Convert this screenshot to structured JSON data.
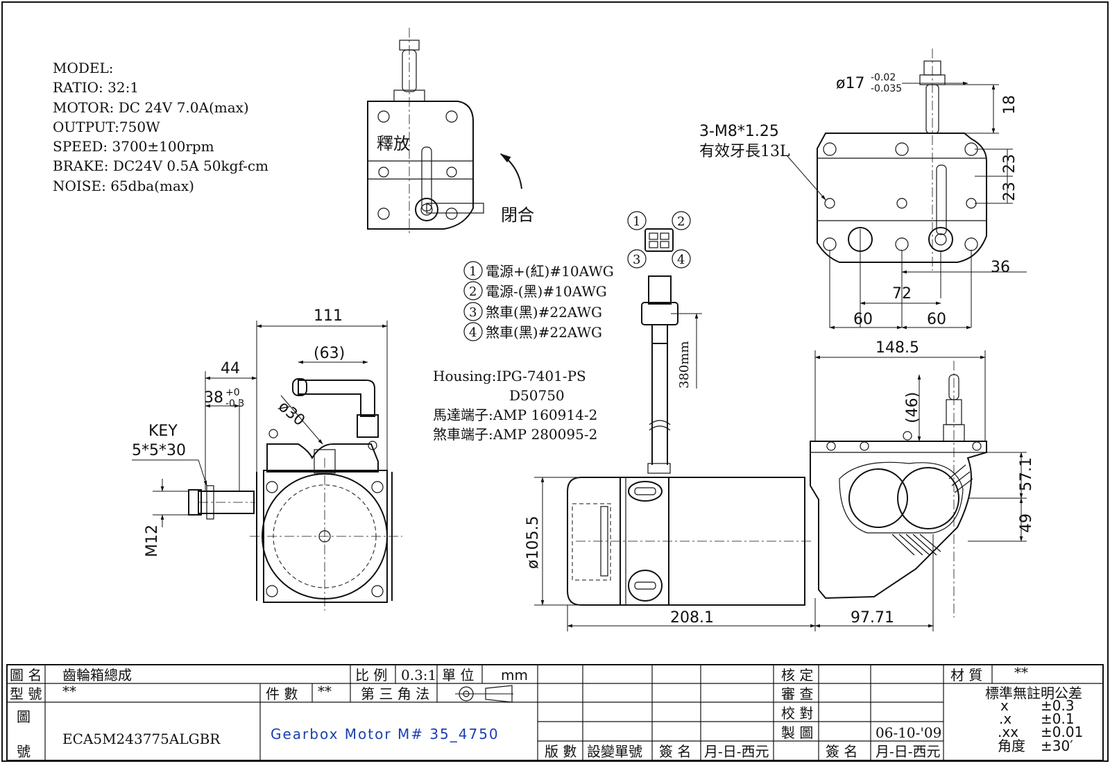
{
  "specs": {
    "model": "MODEL:",
    "ratio": "RATIO: 32:1",
    "motor": "MOTOR: DC 24V 7.0A(max)",
    "output": "OUTPUT:750W",
    "speed": "SPEED: 3700±100rpm",
    "brake": "BRAKE: DC24V 0.5A 50kgf-cm",
    "noise": "NOISE: 65dba(max)"
  },
  "brake_lever": {
    "release": "釋放",
    "close": "閉合"
  },
  "wiring": {
    "pins": [
      "1",
      "2",
      "3",
      "4"
    ],
    "items": [
      "電源+(紅)#10AWG",
      "電源-(黑)#10AWG",
      "煞車(黑)#22AWG",
      "煞車(黑)#22AWG"
    ],
    "cable_length": "380mm"
  },
  "housing": {
    "line1": "Housing:IPG-7401-PS",
    "line2": "D50750",
    "line3": "馬達端子:AMP 160914-2",
    "line4": "煞車端子:AMP 280095-2"
  },
  "top_view_dims": {
    "shaft_dia_base": "ø17",
    "shaft_tol_upper": "-0.02",
    "shaft_tol_lower": "-0.035",
    "d18": "18",
    "thread_line1": "3-M8*1.25",
    "thread_line2": "有效牙長13L",
    "d23a": "23",
    "d23b": "23",
    "d36": "36",
    "d72": "72",
    "d60a": "60",
    "d60b": "60"
  },
  "end_view_dims": {
    "d111": "111",
    "d63": "(63)",
    "d44": "44",
    "d38_base": "38",
    "d38_upper": "+0",
    "d38_lower": "-0.3",
    "d30": "ø30",
    "key_line1": "KEY",
    "key_line2": "5*5*30",
    "m12": "M12"
  },
  "side_view_dims": {
    "d148": "148.5",
    "d46": "(46)",
    "d57": "57.1",
    "d49": "49",
    "d105": "ø105.5",
    "d208": "208.1",
    "d97": "97.71"
  },
  "title_block": {
    "drawing_name_label": "圖 名",
    "drawing_name": "齒輪箱總成",
    "scale_label": "比 例",
    "scale": "0.3:1",
    "unit_label": "單 位",
    "unit": "mm",
    "model_label": "型 號",
    "model": "**",
    "qty_label": "件 數",
    "qty": "**",
    "projection": "第 三 角 法",
    "drawing_no_label_1": "圖",
    "drawing_no_label_2": "號",
    "drawing_no": "ECA5M243775ALGBR",
    "product_name": "Gearbox Motor M# 35_4750",
    "rev_headers": [
      "版 數",
      "設變單號",
      "簽 名",
      "月-日-西元"
    ],
    "approve": "核 定",
    "review": "審 查",
    "check": "校 對",
    "draw": "製 圖",
    "draw_date": "06-10-'09",
    "sign_label": "簽 名",
    "date_label": "月-日-西元",
    "material_label": "材 質",
    "material": "**",
    "tolerance_title": "標準無註明公差",
    "tolerances": [
      {
        "k": "x",
        "v": "±0.3"
      },
      {
        "k": ".x",
        "v": "±0.1"
      },
      {
        "k": ".xx",
        "v": "±0.01"
      },
      {
        "k": "角度",
        "v": "±30′"
      }
    ]
  }
}
